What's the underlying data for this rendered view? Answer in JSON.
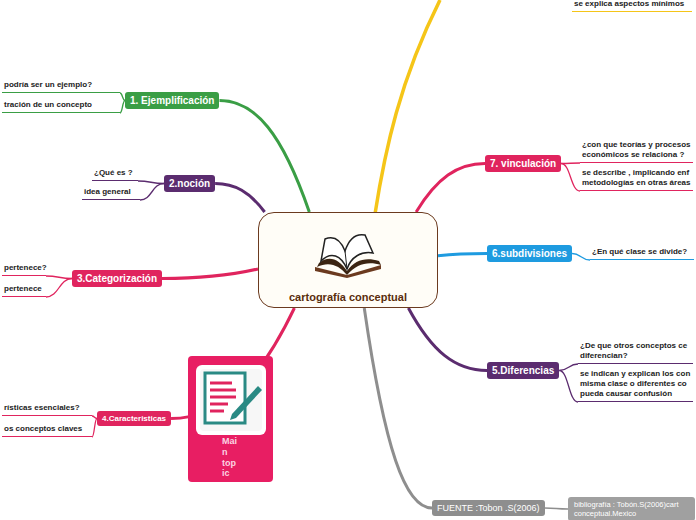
{
  "diagram": {
    "nodes": [
      {
        "text": [
          "cartografía conceptual"
        ]
      },
      {
        "text": [
          "se explica aspectos mínimos"
        ]
      },
      {
        "text": [
          "1. Ejemplificación"
        ]
      },
      {
        "text": [
          "podría  ser un ejemplo?"
        ]
      },
      {
        "text": [
          "tración de un concepto"
        ]
      },
      {
        "text": [
          "2.noción"
        ]
      },
      {
        "text": [
          "¿Qué es ?"
        ]
      },
      {
        "text": [
          "idea general"
        ]
      },
      {
        "text": [
          "3.Categorización"
        ]
      },
      {
        "text": [
          "pertenece?"
        ]
      },
      {
        "text": [
          "pertenece"
        ]
      },
      {
        "text": [
          "Mai n top ic"
        ]
      },
      {
        "text": [
          "4.Caracteristicas"
        ]
      },
      {
        "text": [
          "rísticas esenciales?"
        ]
      },
      {
        "text": [
          "os conceptos claves"
        ]
      },
      {
        "text": [
          "7. vinculación"
        ]
      },
      {
        "text": [
          "¿con que teorías y procesos económicos  se relaciona ?"
        ]
      },
      {
        "text": [
          "se describe  , implicando enf metodologías en otras áreas"
        ]
      },
      {
        "text": [
          "6.subdivisiones"
        ]
      },
      {
        "text": [
          "¿En qué clase se divide?"
        ]
      },
      {
        "text": [
          "5.Diferencias"
        ]
      },
      {
        "text": [
          "¿De que  otros  conceptos  ce diferencian?"
        ]
      },
      {
        "text": [
          "se indican y explican  los con misma  clase  o diferentes co pueda  causar  confusión"
        ]
      },
      {
        "text": [
          "FUENTE :Tobon .S(2006)"
        ]
      },
      {
        "text": [
          "bibliografía : Tobón.S(2006)cart conceptual.Mexico"
        ]
      }
    ],
    "edges": [
      {
        "from": 0,
        "to": 2,
        "arrow": "none"
      },
      {
        "from": 2,
        "to": 3,
        "arrow": "none"
      },
      {
        "from": 2,
        "to": 4,
        "arrow": "none"
      },
      {
        "from": 0,
        "to": 5,
        "arrow": "none"
      },
      {
        "from": 5,
        "to": 6,
        "arrow": "none"
      },
      {
        "from": 5,
        "to": 7,
        "arrow": "none"
      },
      {
        "from": 0,
        "to": 8,
        "arrow": "none"
      },
      {
        "from": 8,
        "to": 9,
        "arrow": "none"
      },
      {
        "from": 8,
        "to": 10,
        "arrow": "none"
      },
      {
        "from": 0,
        "to": 12,
        "arrow": "none"
      },
      {
        "from": 12,
        "to": 13,
        "arrow": "none"
      },
      {
        "from": 12,
        "to": 14,
        "arrow": "none"
      },
      {
        "from": 0,
        "to": 15,
        "arrow": "none"
      },
      {
        "from": 15,
        "to": 16,
        "arrow": "none"
      },
      {
        "from": 15,
        "to": 17,
        "arrow": "none"
      },
      {
        "from": 0,
        "to": 18,
        "arrow": "none"
      },
      {
        "from": 18,
        "to": 19,
        "arrow": "none"
      },
      {
        "from": 0,
        "to": 20,
        "arrow": "none"
      },
      {
        "from": 20,
        "to": 21,
        "arrow": "none"
      },
      {
        "from": 20,
        "to": 22,
        "arrow": "none"
      },
      {
        "from": 0,
        "to": 23,
        "arrow": "none"
      },
      {
        "from": 23,
        "to": 24,
        "arrow": "none"
      }
    ]
  }
}
